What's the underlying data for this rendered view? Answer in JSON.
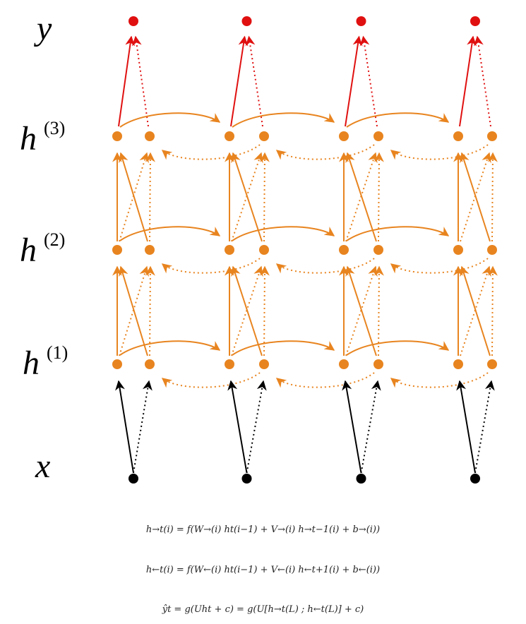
{
  "layer_labels": {
    "y": "y",
    "h3": "h",
    "h3_sup": "(3)",
    "h2": "h",
    "h2_sup": "(2)",
    "h1": "h",
    "h1_sup": "(1)",
    "x": "x"
  },
  "colors": {
    "hidden": "#E8841F",
    "output": "#E01010",
    "input": "#000000"
  },
  "timesteps": 4,
  "equations": [
    "h→t(i) = f(W→(i) ht(i−1) + V→(i) h→t−1(i) + b→(i))",
    "h←t(i) = f(W←(i) ht(i−1) + V←(i) h←t+1(i) + b←(i))",
    "ŷt = g(Uht + c) = g(U[h→t(L) ; h←t(L)] + c)"
  ]
}
